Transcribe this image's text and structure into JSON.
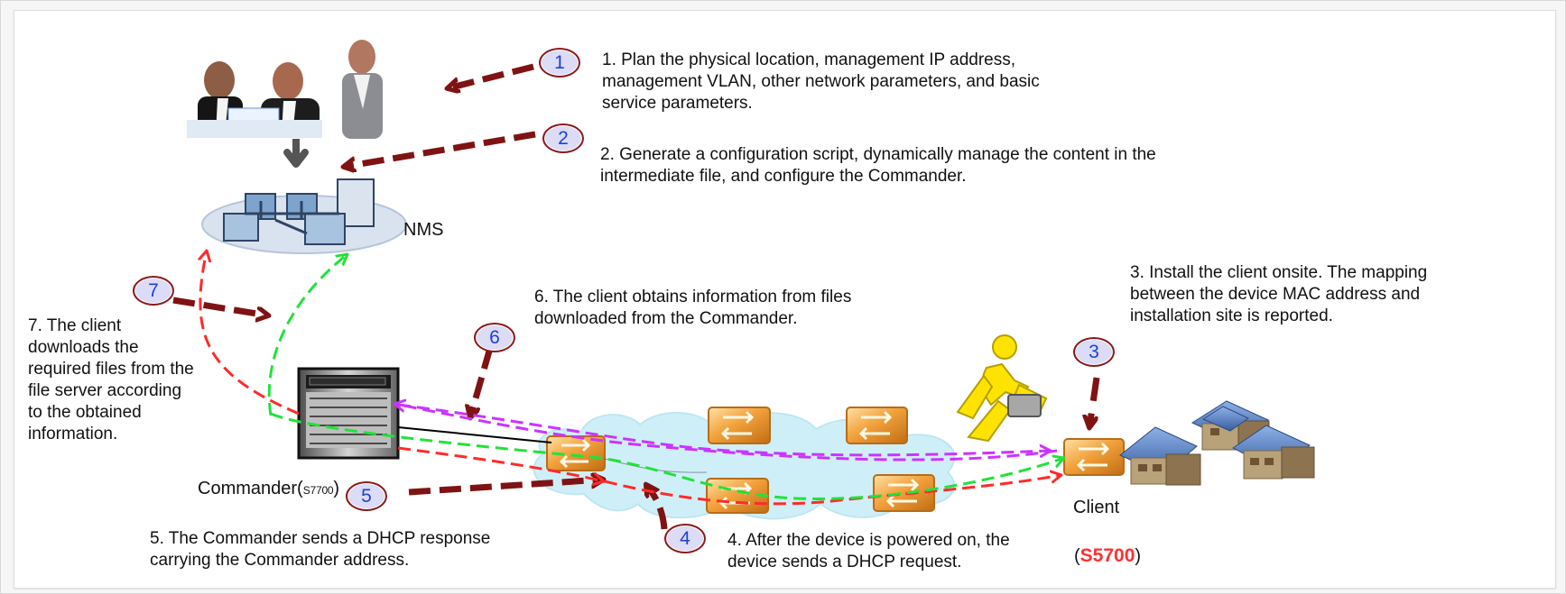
{
  "labels": {
    "nms": "NMS",
    "commander_prefix": "Commander(",
    "commander_model": "S7700",
    "commander_suffix": ")",
    "client_name": "Client",
    "client_prefix": "(",
    "client_model": "S5700",
    "client_suffix": ")"
  },
  "steps": [
    {
      "id": "1",
      "text": "1. Plan the physical location, management IP address,\nmanagement VLAN, other network parameters, and basic\nservice parameters."
    },
    {
      "id": "2",
      "text": "2. Generate a configuration script, dynamically manage the content in the\nintermediate file, and configure the Commander."
    },
    {
      "id": "3",
      "text": "3. Install the client onsite. The mapping\nbetween the device MAC address and\ninstallation site is reported."
    },
    {
      "id": "4",
      "text": "4. After the device is powered on, the\ndevice sends a DHCP request."
    },
    {
      "id": "5",
      "text": "5. The Commander sends a DHCP response\ncarrying the Commander address."
    },
    {
      "id": "6",
      "text": "6. The client obtains information from files\ndownloaded from the Commander."
    },
    {
      "id": "7",
      "text": "7. The client\ndownloads the\nrequired files from the\nfile server according\nto the obtained\ninformation."
    }
  ],
  "colors": {
    "dark_red": "#7f1313",
    "red": "#ff2a2a",
    "green": "#22e23a",
    "magenta": "#cc33ff",
    "blue": "#1f3fd8",
    "cloud": "#cfeff8"
  }
}
